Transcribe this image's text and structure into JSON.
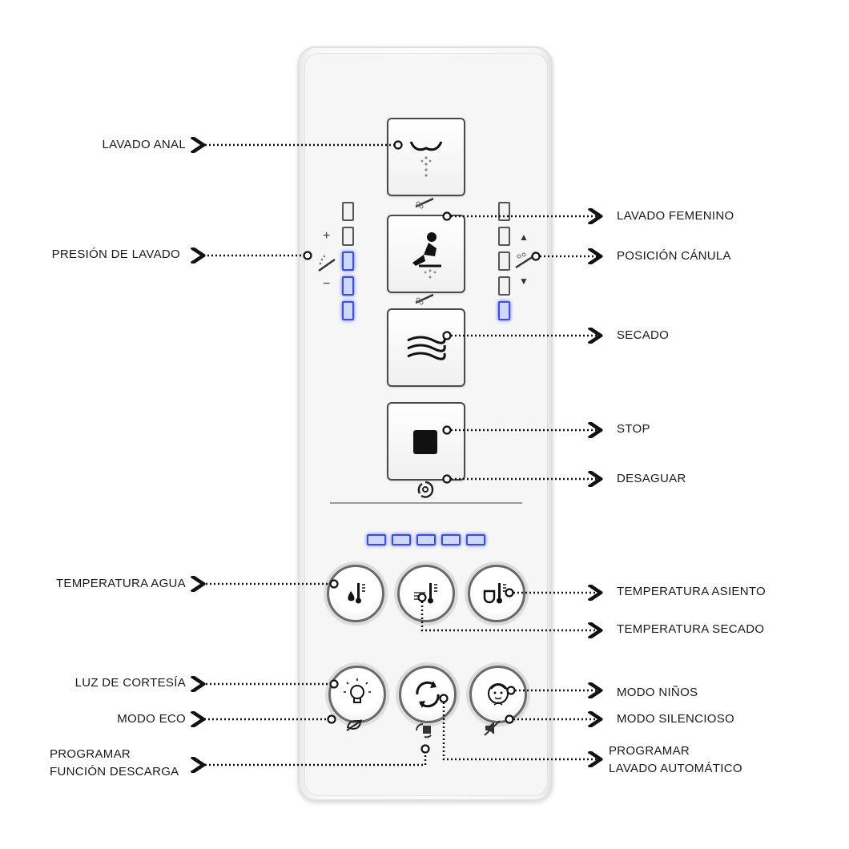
{
  "labels": {
    "lavado_anal": "LAVADO ANAL",
    "presion_lavado": "PRESIÓN DE LAVADO",
    "temperatura_agua": "TEMPERATURA AGUA",
    "luz_cortesia": "LUZ DE CORTESÍA",
    "modo_eco": "MODO ECO",
    "programar_descarga_1": "PROGRAMAR",
    "programar_descarga_2": "FUNCIÓN DESCARGA",
    "lavado_femenino": "LAVADO FEMENINO",
    "posicion_canula": "POSICIÓN CÁNULA",
    "secado": "SECADO",
    "stop": "STOP",
    "desaguar": "DESAGUAR",
    "temperatura_asiento": "TEMPERATURA ASIENTO",
    "temperatura_secado": "TEMPERATURA SECADO",
    "modo_ninos": "MODO NIÑOS",
    "modo_silencioso": "MODO SILENCIOSO",
    "programar_auto_1": "PROGRAMAR",
    "programar_auto_2": "LAVADO AUTOMÁTICO"
  },
  "pressure": {
    "plus": "+",
    "minus": "−",
    "levels_total": 5,
    "levels_on": 3
  },
  "position": {
    "up": "▲",
    "down": "▼",
    "levels_total": 5,
    "levels_on": 1
  },
  "temperature_leds_on": 5,
  "colors": {
    "led_on": "#3a4ed8",
    "led_off": "#555555",
    "leader": "#111111"
  },
  "icons": [
    "rear-wash-icon",
    "feminine-wash-icon",
    "dry-icon",
    "stop-icon",
    "drain-icon",
    "water-temp-icon",
    "dryer-temp-icon",
    "seat-temp-icon",
    "light-icon",
    "eco-icon",
    "auto-wash-icon",
    "flush-program-icon",
    "child-mode-icon",
    "mute-icon"
  ]
}
